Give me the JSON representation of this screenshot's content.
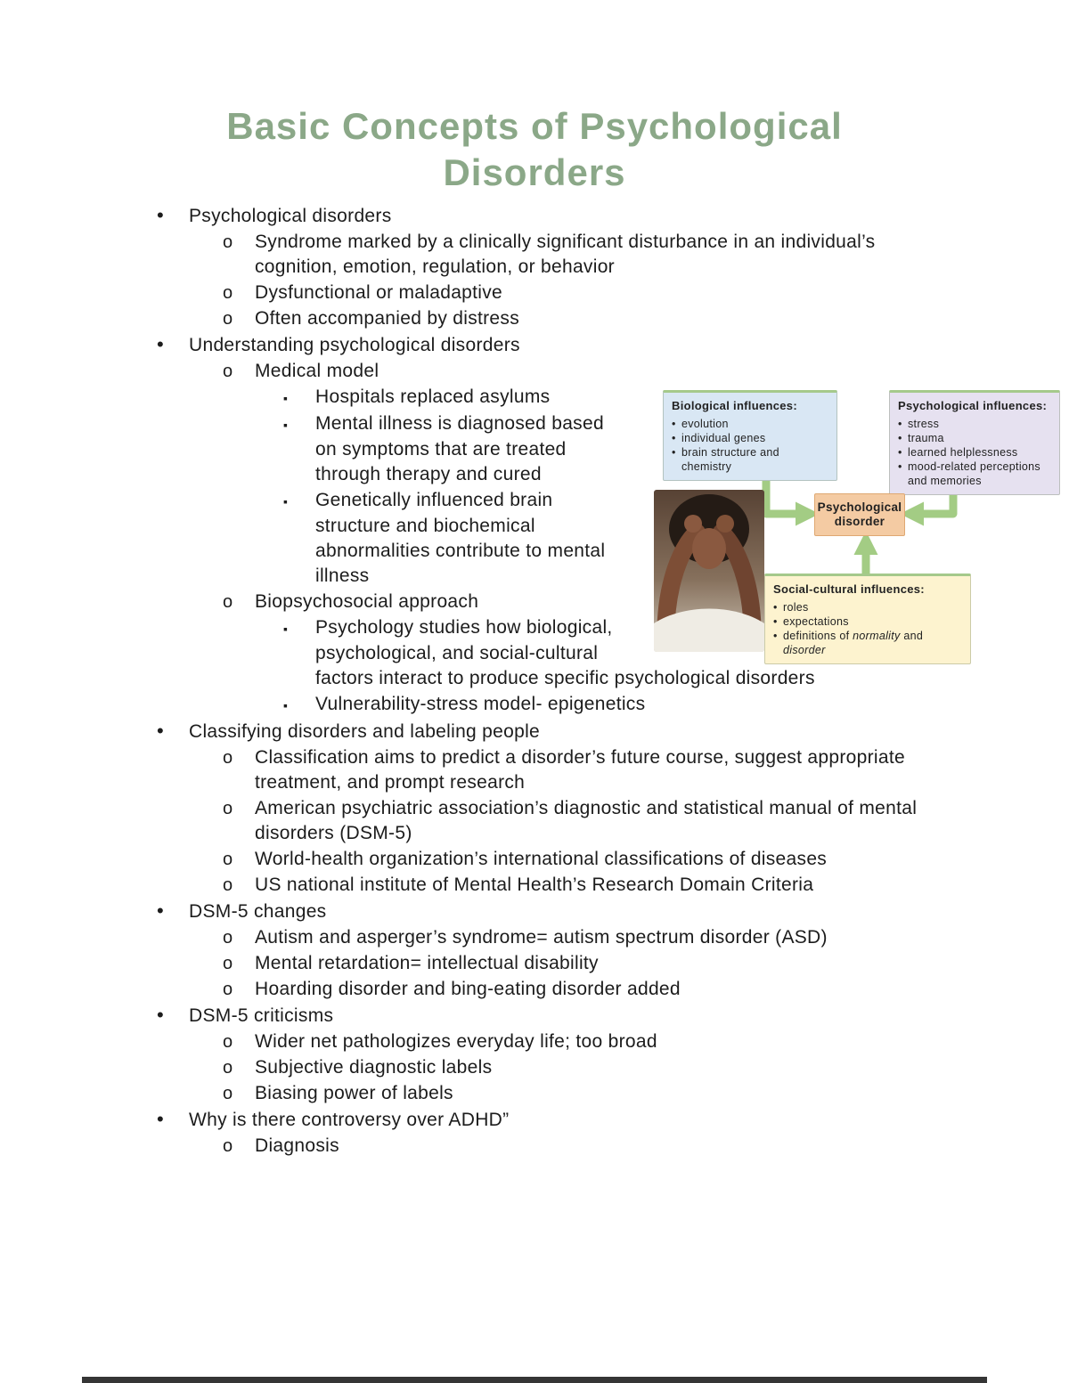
{
  "page": {
    "title": "Basic Concepts of Psychological Disorders"
  },
  "markers": {
    "l1": "•",
    "l2": "o",
    "l3": "▪",
    "fig": "•"
  },
  "outline": [
    {
      "label": "Psychological disorders",
      "children": [
        {
          "label": "Syndrome marked by a clinically significant disturbance in an individual’s cognition, emotion, regulation, or behavior"
        },
        {
          "label": "Dysfunctional or maladaptive"
        },
        {
          "label": "Often accompanied by distress"
        }
      ]
    },
    {
      "label": "Understanding psychological disorders",
      "children": [
        {
          "label": "Medical model",
          "children": [
            {
              "label": "Hospitals replaced asylums"
            },
            {
              "label": "Mental illness is diagnosed based on symptoms that are treated through therapy and cured"
            },
            {
              "label": "Genetically influenced brain structure and biochemical abnormalities contribute to mental illness"
            }
          ]
        },
        {
          "label": "Biopsychosocial approach",
          "children": [
            {
              "label": "Psychology studies how biological, psychological, and social-cultural factors interact to produce specific psychological disorders"
            },
            {
              "label": "Vulnerability-stress model- epigenetics"
            }
          ]
        }
      ]
    },
    {
      "label": "Classifying disorders and labeling people",
      "children": [
        {
          "label": "Classification aims to predict a disorder’s future course, suggest appropriate treatment, and prompt research"
        },
        {
          "label": "American psychiatric association’s diagnostic and statistical manual of mental disorders (DSM-5)"
        },
        {
          "label": "World-health organization’s international classifications of diseases"
        },
        {
          "label": "US national institute of Mental Health’s Research Domain Criteria"
        }
      ]
    },
    {
      "label": "DSM-5 changes",
      "children": [
        {
          "label": "Autism and asperger’s syndrome= autism spectrum disorder (ASD)"
        },
        {
          "label": "Mental retardation= intellectual disability"
        },
        {
          "label": "Hoarding disorder and bing-eating disorder added"
        }
      ]
    },
    {
      "label": "DSM-5 criticisms",
      "children": [
        {
          "label": "Wider net pathologizes everyday life; too broad"
        },
        {
          "label": "Subjective diagnostic labels"
        },
        {
          "label": "Biasing power of labels"
        }
      ]
    },
    {
      "label": "Why is there controversy over ADHD”",
      "children": [
        {
          "label": "Diagnosis"
        }
      ]
    }
  ],
  "figure": {
    "biological": {
      "title": "Biological influences:",
      "items": [
        "evolution",
        "individual genes",
        "brain structure and chemistry"
      ]
    },
    "psychological": {
      "title": "Psychological influences:",
      "items": [
        "stress",
        "trauma",
        "learned helplessness",
        "mood-related perceptions and memories"
      ]
    },
    "social": {
      "title": "Social-cultural influences:",
      "items": [
        "roles",
        "expectations"
      ],
      "last_item": {
        "prefix": "definitions of ",
        "italic1": "normality",
        "mid": " and ",
        "italic2": "disorder"
      }
    },
    "disorder_label": "Psychological disorder"
  }
}
